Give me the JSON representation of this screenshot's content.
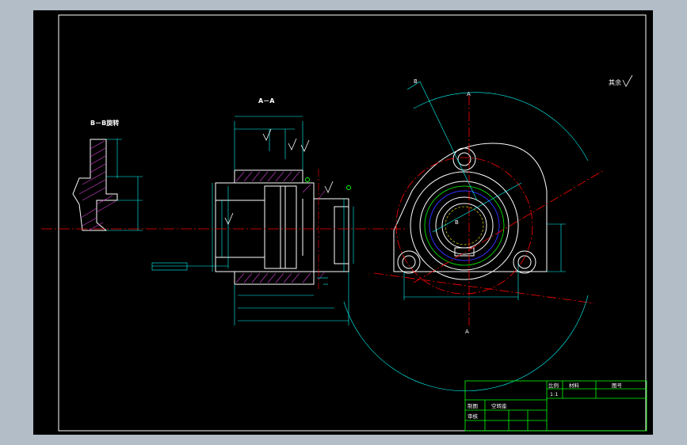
{
  "window": {
    "title": ""
  },
  "sections": {
    "bb_label": "B－B旋转",
    "aa_label": "A－A"
  },
  "views": {
    "front": {
      "cut_label_a_top": "A",
      "cut_label_a_bottom": "A",
      "cut_label_b": "B",
      "cut_label_b_center": "B"
    }
  },
  "roughness_note": "其余",
  "title_block": {
    "scale_header": "比例",
    "material_header": "材料",
    "drawing_no_header": "图号",
    "scale_value": "1:1",
    "drawn_label": "制图",
    "checked_label": "审核",
    "part_name": "空转座"
  },
  "colors": {
    "background": "#000000",
    "outline": "#ffffff",
    "dimension": "#00ffff",
    "centerline": "#ff0000",
    "hatch": "#d040d0",
    "hidden": "#3030ff",
    "leader": "#00ff00",
    "callout": "#ffff00",
    "title_block": "#00ff00"
  }
}
